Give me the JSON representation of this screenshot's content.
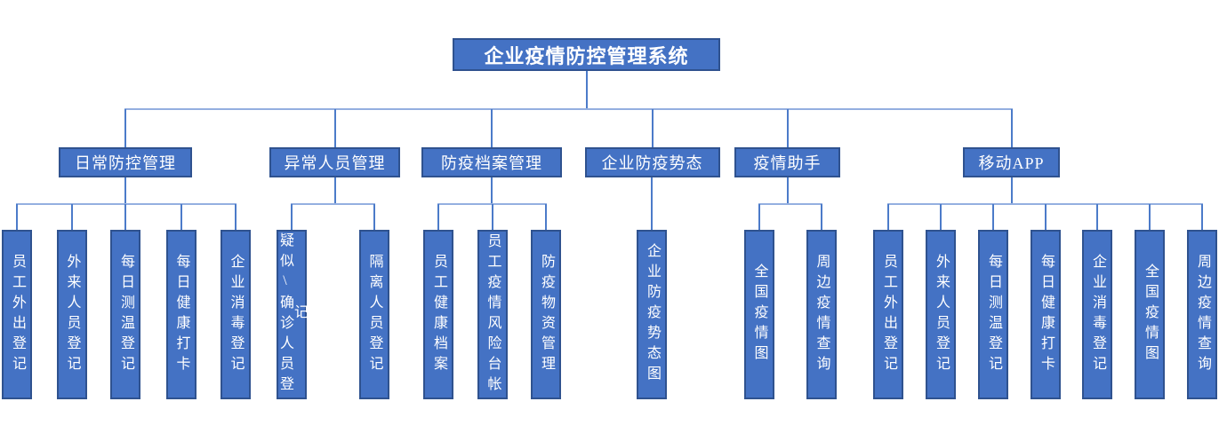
{
  "diagram_title": "企业疫情防控管理系统",
  "colors": {
    "node_fill": "#4472C4",
    "node_border": "#2F528F",
    "connector_vertical": "#4C7BC9",
    "connector_horizontal": "#94AFE0",
    "node_text": "#FFFFFF",
    "background": "#FFFFFF"
  },
  "tree": {
    "root": {
      "label": "企业疫情防控管理系统"
    },
    "groups": [
      {
        "label": "日常防控管理",
        "children": [
          "员工外出登记",
          "外来人员登记",
          "每日测温登记",
          "每日健康打卡",
          "企业消毒登记"
        ]
      },
      {
        "label": "异常人员管理",
        "children": [
          "疑似\\确诊人员登记",
          "隔离人员登记"
        ]
      },
      {
        "label": "防疫档案管理",
        "children": [
          "员工健康档案",
          "员工疫情风险台帐",
          "防疫物资管理"
        ]
      },
      {
        "label": "企业防疫势态",
        "children": [
          "企业防疫势态图"
        ]
      },
      {
        "label": "疫情助手",
        "children": [
          "全国疫情图",
          "周边疫情查询"
        ]
      },
      {
        "label": "移动APP",
        "children": [
          "员工外出登记",
          "外来人员登记",
          "每日测温登记",
          "每日健康打卡",
          "企业消毒登记",
          "全国疫情图",
          "周边疫情查询"
        ]
      }
    ]
  }
}
